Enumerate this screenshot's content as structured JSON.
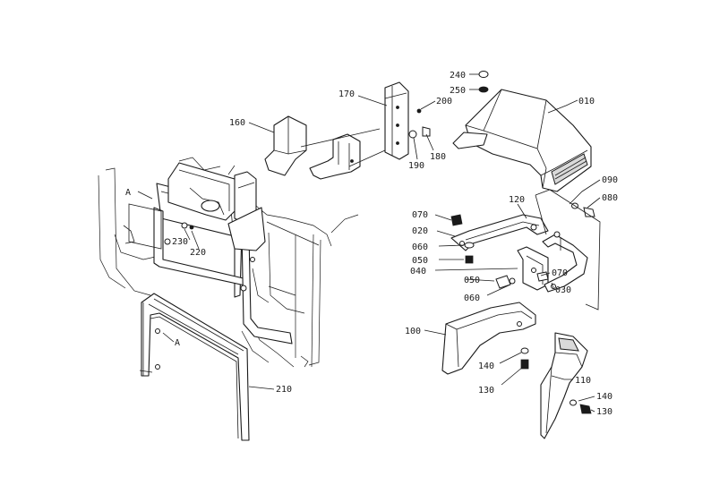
{
  "callouts": {
    "p240": "240",
    "p250": "250",
    "p010": "010",
    "p170": "170",
    "p200": "200",
    "p160": "160",
    "p190": "190",
    "p180": "180",
    "p090": "090",
    "p080": "080",
    "p120": "120",
    "p070a": "070",
    "p020": "020",
    "p060a": "060",
    "p050a": "050",
    "p040": "040",
    "p070b": "070",
    "p050b": "050",
    "p030": "030",
    "p060b": "060",
    "p100": "100",
    "p140a": "140",
    "p130a": "130",
    "p110": "110",
    "p140b": "140",
    "p130b": "130",
    "p210": "210",
    "p230": "230",
    "p220": "220",
    "refA1": "A",
    "refA2": "A"
  },
  "colors": {
    "line": "#1a1a1a",
    "background": "#ffffff"
  }
}
